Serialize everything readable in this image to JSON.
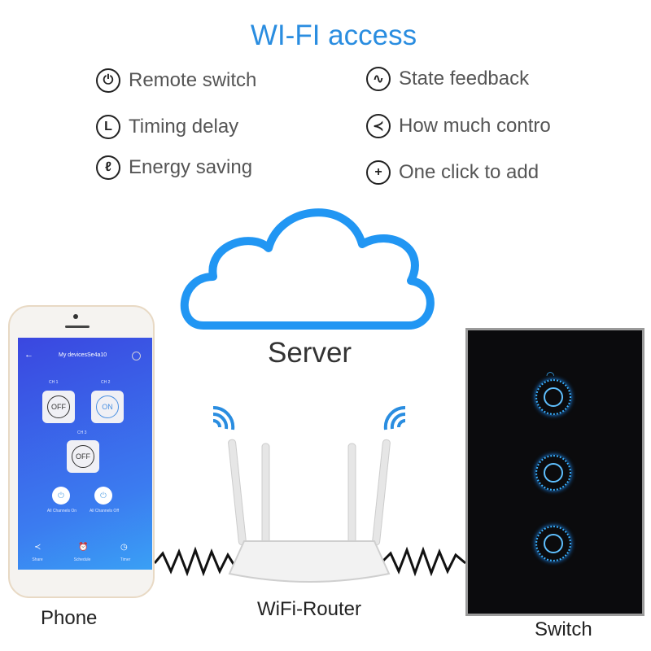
{
  "title": "WI-FI access",
  "features": [
    {
      "label": "Remote switch",
      "icon": "power-icon"
    },
    {
      "label": "Timing delay",
      "icon": "clock-icon"
    },
    {
      "label": "Energy saving",
      "icon": "leaf-bulb-icon"
    },
    {
      "label": "State feedback",
      "icon": "graph-icon"
    },
    {
      "label": "How much contro",
      "icon": "share-icon"
    },
    {
      "label": "One click to add",
      "icon": "plus-icon"
    }
  ],
  "diagram": {
    "server": "Server",
    "phone": "Phone",
    "router": "WiFi-Router",
    "switch": "Switch"
  },
  "app": {
    "title": "My devicesSe4a10",
    "channels": [
      {
        "label": "CH 1",
        "state": "OFF"
      },
      {
        "label": "CH 2",
        "state": "ON"
      },
      {
        "label": "CH 3",
        "state": "OFF"
      }
    ],
    "all_on": "All Channels On",
    "all_off": "All Channels Off",
    "tabs": [
      "Share",
      "Schedule",
      "Timer"
    ]
  },
  "colors": {
    "accent": "#2a8de0",
    "cloud": "#2196f3"
  }
}
